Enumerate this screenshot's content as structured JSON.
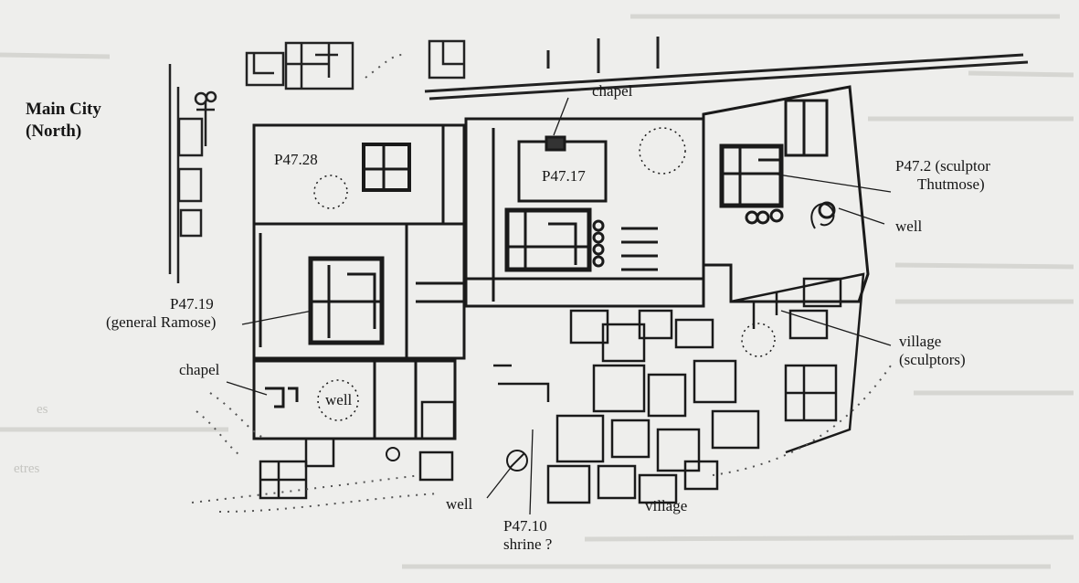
{
  "title": {
    "line1": "Main City",
    "line2": "(North)"
  },
  "labels": {
    "p4728": "P47.28",
    "chapel_top": "chapel",
    "p4717": "P47.17",
    "p472_line1": "P47.2 (sculptor",
    "p472_line2": "Thutmose)",
    "well_right": "well",
    "p4719_line1": "P47.19",
    "p4719_line2": "(general Ramose)",
    "village_sculptors_line1": "village",
    "village_sculptors_line2": "(sculptors)",
    "chapel_left": "chapel",
    "well_center": "well",
    "well_bottom": "well",
    "p4710_line1": "P47.10",
    "p4710_line2": "shrine ?",
    "village_bottom": "village"
  },
  "colors": {
    "ink": "#1a1a1a",
    "paper": "#eeeeec"
  }
}
